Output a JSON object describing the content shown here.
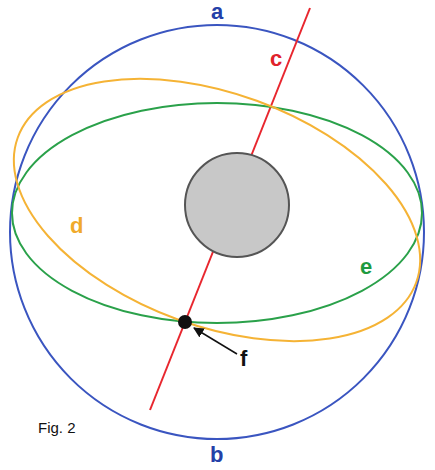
{
  "diagram": {
    "caption": "Fig. 2",
    "labels": [
      "a",
      "b",
      "c",
      "d",
      "e",
      "f"
    ]
  }
}
